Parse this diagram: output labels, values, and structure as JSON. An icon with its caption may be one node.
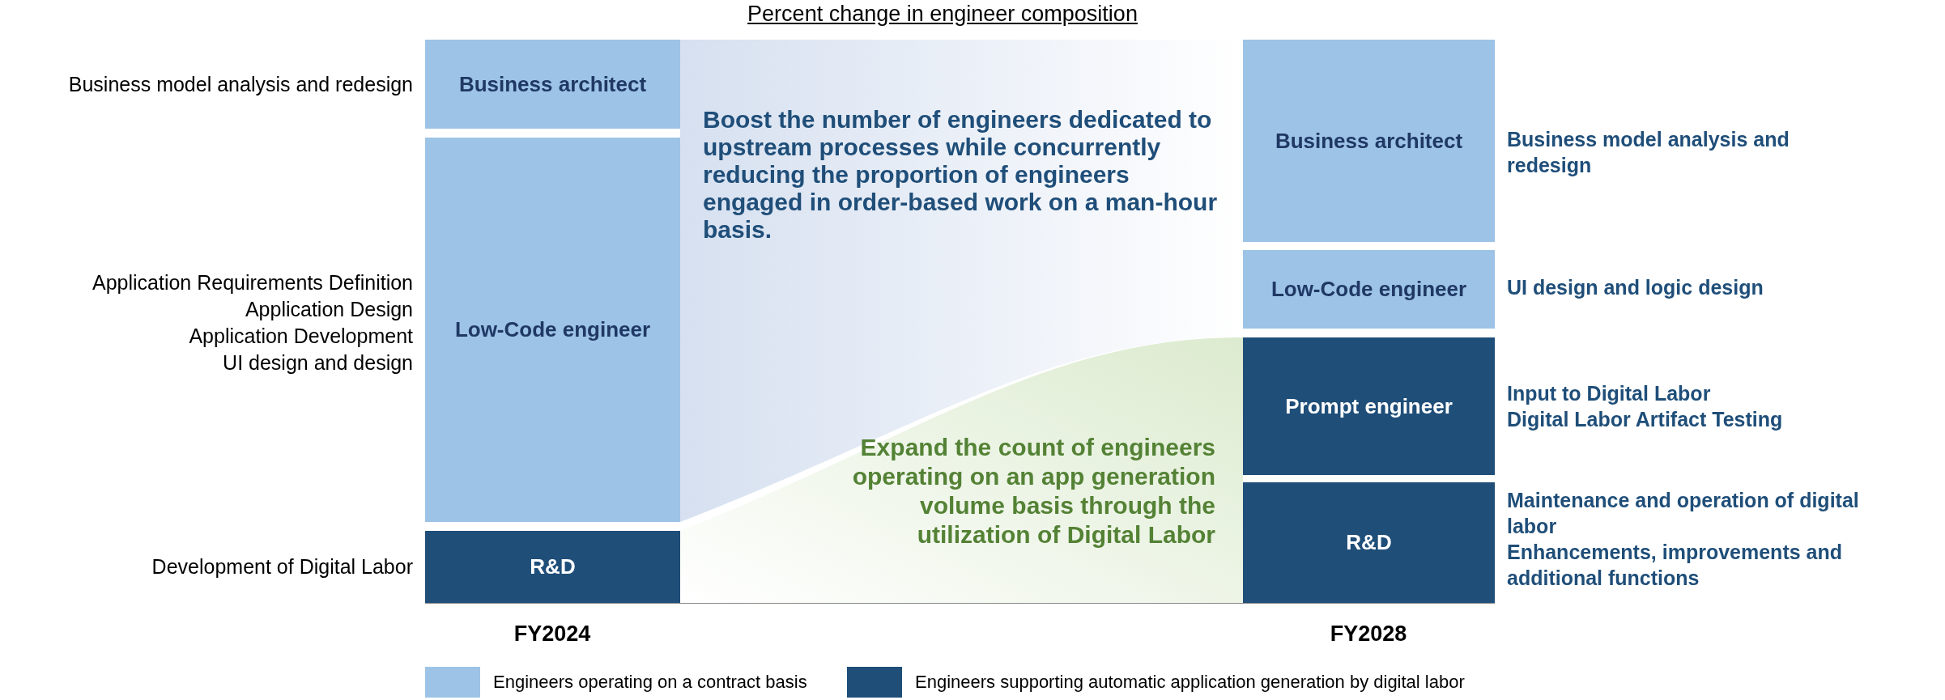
{
  "diagram": {
    "title": "Percent change in engineer composition",
    "nodes": [
      {
        "text": [
          "Business architect"
        ],
        "beside": [
          "Business model analysis and redesign"
        ]
      },
      {
        "text": [
          "Low-Code engineer"
        ],
        "beside": [
          "Application Requirements Definition",
          "Application Design",
          "Application Development",
          "UI design and design"
        ]
      },
      {
        "text": [
          "R&D"
        ],
        "beside": [
          "Development of Digital Labor"
        ]
      },
      {
        "text": [
          "Boost the number of engineers dedicated to upstream processes while concurrently reducing the proportion of engineers engaged in order-based work on a man-hour basis."
        ]
      },
      {
        "text": [
          "Expand the count of engineers operating on an app generation volume basis through the utilization of Digital Labor"
        ]
      },
      {
        "text": [
          "Business architect"
        ],
        "beside": [
          "Business model analysis and redesign"
        ]
      },
      {
        "text": [
          "Low-Code engineer"
        ],
        "beside": [
          "UI design and logic design"
        ]
      },
      {
        "text": [
          "Prompt engineer"
        ],
        "beside": [
          "Input to Digital Labor",
          "Digital Labor Artifact Testing"
        ]
      },
      {
        "text": [
          "R&D"
        ],
        "beside": [
          "Maintenance and operation of digital labor",
          "Enhancements, improvements and additional functions"
        ]
      }
    ],
    "edges": [],
    "labels": [
      "FY2024",
      "FY2028"
    ],
    "legend": [
      {
        "text": "Engineers operating on a contract basis",
        "color": "#9dc3e6"
      },
      {
        "text": "Engineers supporting automatic application generation by digital labor",
        "color": "#1f4e79"
      }
    ]
  }
}
